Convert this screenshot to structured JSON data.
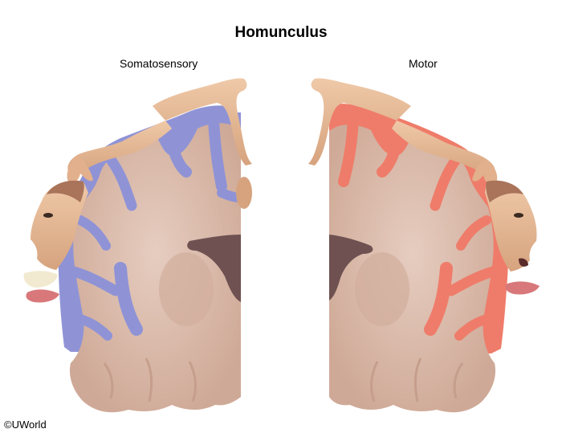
{
  "title": "Homunculus",
  "labels": {
    "left": "Somatosensory",
    "right": "Motor"
  },
  "copyright": "©UWorld",
  "colors": {
    "somatosensory_cortex": "#8f93d6",
    "motor_cortex": "#ef7c6a",
    "brain_tissue": "#dcbcae",
    "ventricle": "#6e5150",
    "skin": "#e5b996",
    "tongue": "#d8787a"
  }
}
